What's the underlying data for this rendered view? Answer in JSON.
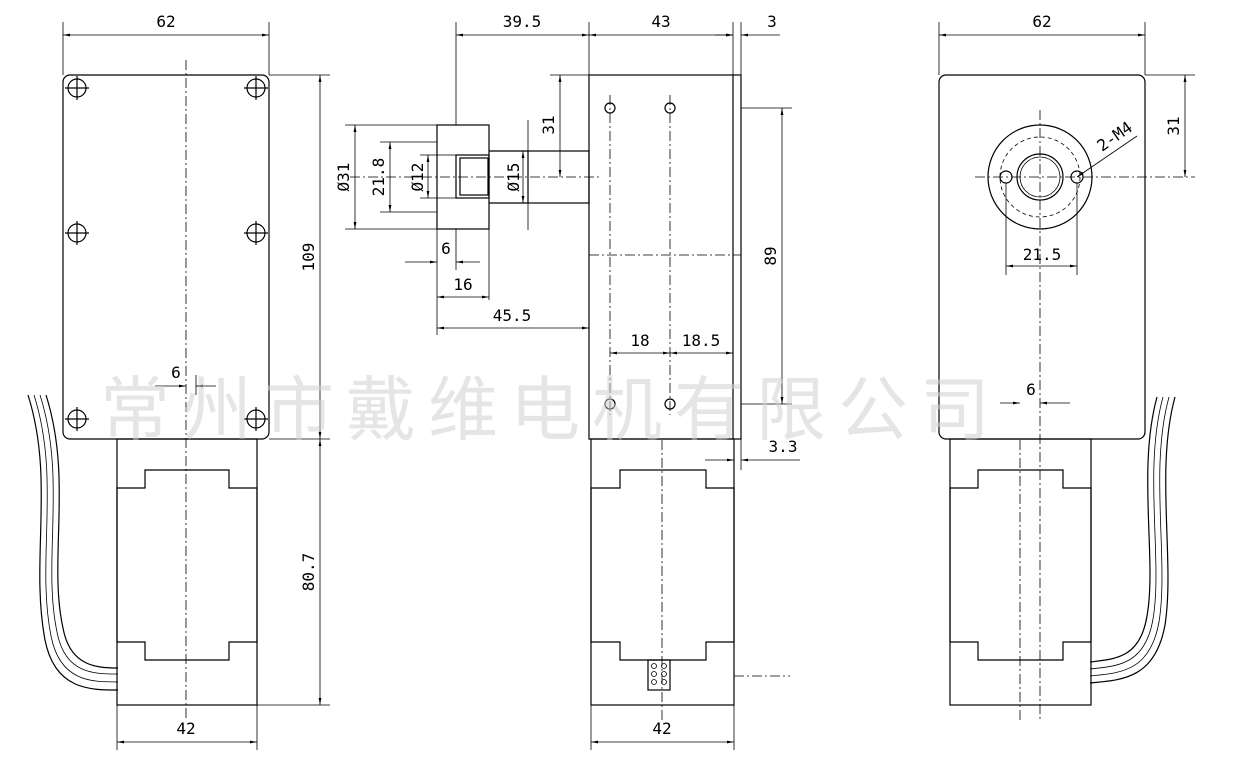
{
  "dimensions": {
    "left_width": "62",
    "left_height": "109",
    "left_offset": "6",
    "left_motor_length": "80.7",
    "left_motor_width": "42",
    "shaft_length": "39.5",
    "mid_width": "43",
    "mid_plate": "3",
    "hub_diameter": "Ø31",
    "hub_inner": "21.8",
    "hub_bore": "Ø12",
    "shaft_diameter": "Ø15",
    "hub_width_small": "6",
    "hub_width": "16",
    "shaft_total": "45.5",
    "shaft_height": "31",
    "hole_spacing_v": "89",
    "hole_a": "18",
    "hole_b": "18.5",
    "plate_step": "3.3",
    "mid_motor_width": "42",
    "right_width": "62",
    "right_shaft_height": "31",
    "thread_label": "2-M4",
    "hole_spacing_h": "21.5",
    "right_offset": "6"
  },
  "watermark": "常州市戴维电机有限公司"
}
